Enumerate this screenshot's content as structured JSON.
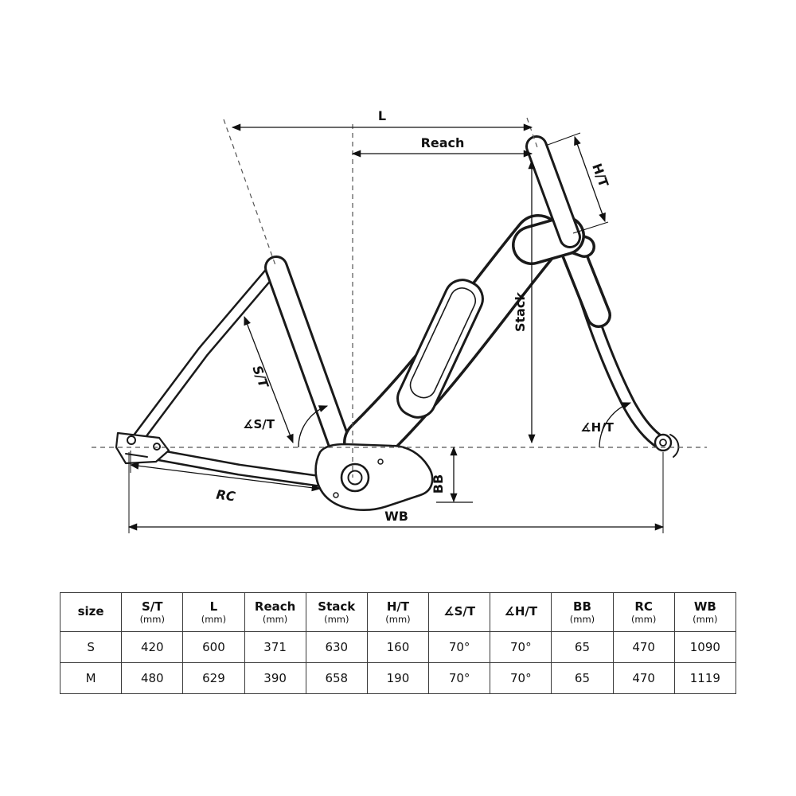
{
  "colors": {
    "line": "#1a1a1a",
    "background": "#ffffff",
    "dimension": "#111111"
  },
  "diagram": {
    "labels": {
      "l": "L",
      "reach": "Reach",
      "ht": "H/T",
      "stack": "Stack",
      "st": "S/T",
      "angle_st": "∡S/T",
      "angle_ht": "∡H/T",
      "bb": "BB",
      "rc": "RC",
      "wb": "WB"
    }
  },
  "table": {
    "header": [
      {
        "label": "size",
        "unit": ""
      },
      {
        "label": "S/T",
        "unit": "(mm)"
      },
      {
        "label": "L",
        "unit": "(mm)"
      },
      {
        "label": "Reach",
        "unit": "(mm)"
      },
      {
        "label": "Stack",
        "unit": "(mm)"
      },
      {
        "label": "H/T",
        "unit": "(mm)"
      },
      {
        "label": "∡S/T",
        "unit": ""
      },
      {
        "label": "∡H/T",
        "unit": ""
      },
      {
        "label": "BB",
        "unit": "(mm)"
      },
      {
        "label": "RC",
        "unit": "(mm)"
      },
      {
        "label": "WB",
        "unit": "(mm)"
      }
    ],
    "rows": [
      {
        "size": "S",
        "values": [
          "420",
          "600",
          "371",
          "630",
          "160",
          "70°",
          "70°",
          "65",
          "470",
          "1090"
        ]
      },
      {
        "size": "M",
        "values": [
          "480",
          "629",
          "390",
          "658",
          "190",
          "70°",
          "70°",
          "65",
          "470",
          "1119"
        ]
      }
    ]
  }
}
